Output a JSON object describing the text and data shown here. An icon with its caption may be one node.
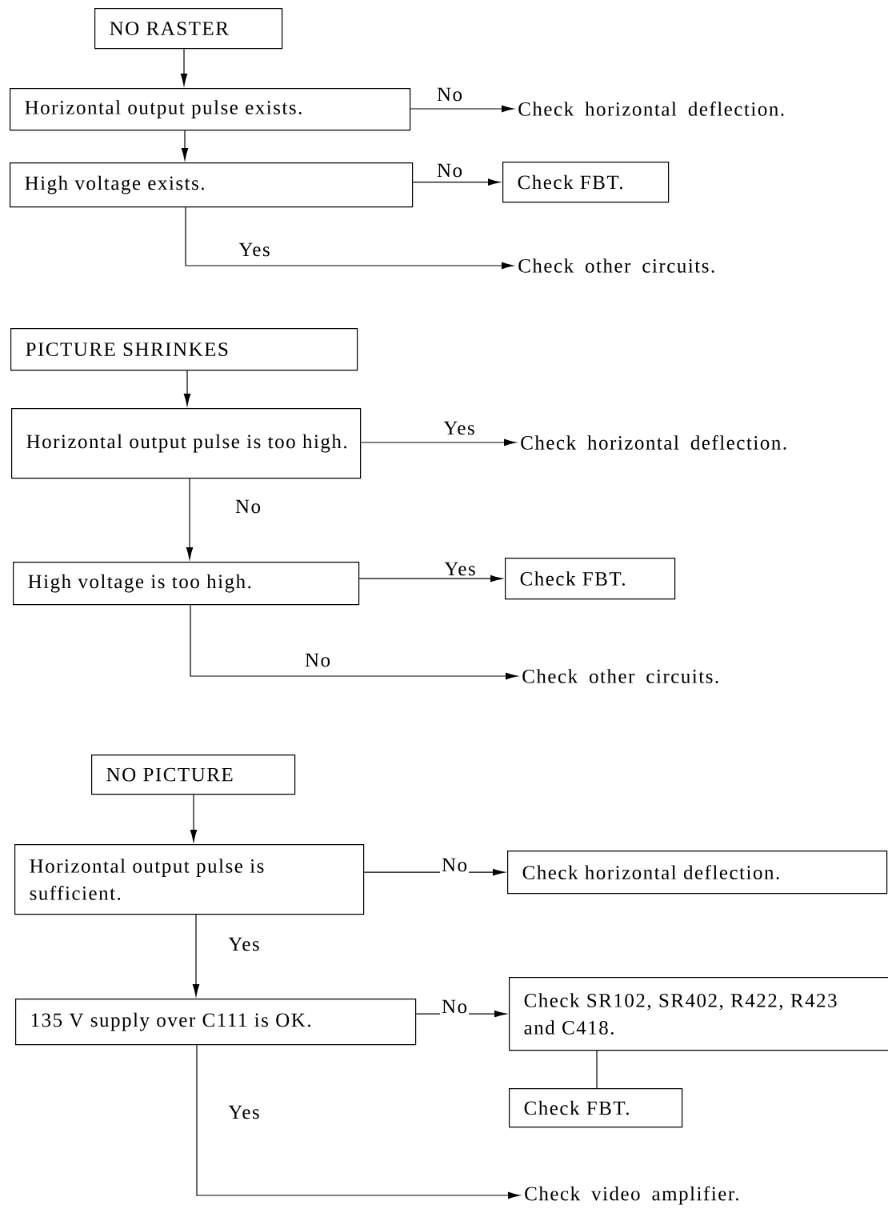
{
  "diagram": {
    "nodes": [
      {
        "text": [
          "NO RASTER"
        ]
      },
      {
        "text": [
          "Horizontal output pulse exists."
        ]
      },
      {
        "text": [
          "Check horizontal deflection."
        ]
      },
      {
        "text": [
          "High voltage exists."
        ]
      },
      {
        "text": [
          "Check FBT."
        ]
      },
      {
        "text": [
          "Check other circuits."
        ]
      },
      {
        "text": [
          "PICTURE SHRINKES"
        ]
      },
      {
        "text": [
          "Horizontal output pulse is too high."
        ]
      },
      {
        "text": [
          "Check horizontal deflection."
        ]
      },
      {
        "text": [
          "High voltage is too high."
        ]
      },
      {
        "text": [
          "Check FBT."
        ]
      },
      {
        "text": [
          "Check other circuits."
        ]
      },
      {
        "text": [
          "NO PICTURE"
        ]
      },
      {
        "text": [
          "Horizontal output pulse is sufficient."
        ]
      },
      {
        "text": [
          "Check horizontal deflection."
        ]
      },
      {
        "text": [
          "135 V supply over C111 is OK."
        ]
      },
      {
        "text": [
          "Check SR102, SR402, R422, R423 and C418."
        ]
      },
      {
        "text": [
          "Check FBT."
        ]
      },
      {
        "text": [
          "Check video amplifier."
        ]
      }
    ],
    "edges": [
      {
        "from": 0,
        "to": 1,
        "arrow": "to"
      },
      {
        "from": 1,
        "to": 2,
        "arrow": "to",
        "label": "No"
      },
      {
        "from": 1,
        "to": 3,
        "arrow": "to"
      },
      {
        "from": 3,
        "to": 4,
        "arrow": "to",
        "label": "No"
      },
      {
        "from": 3,
        "to": 5,
        "arrow": "to",
        "label": "Yes"
      },
      {
        "from": 6,
        "to": 7,
        "arrow": "to"
      },
      {
        "from": 7,
        "to": 8,
        "arrow": "to",
        "label": "Yes"
      },
      {
        "from": 7,
        "to": 9,
        "arrow": "to",
        "label": "No"
      },
      {
        "from": 9,
        "to": 10,
        "arrow": "to",
        "label": "Yes"
      },
      {
        "from": 9,
        "to": 11,
        "arrow": "to",
        "label": "No"
      },
      {
        "from": 12,
        "to": 13,
        "arrow": "to"
      },
      {
        "from": 13,
        "to": 14,
        "arrow": "to",
        "label": "No"
      },
      {
        "from": 13,
        "to": 15,
        "arrow": "to",
        "label": "Yes"
      },
      {
        "from": 15,
        "to": 16,
        "arrow": "to",
        "label": "No"
      },
      {
        "from": 16,
        "to": 17,
        "arrow": "none"
      },
      {
        "from": 15,
        "to": 18,
        "arrow": "to",
        "label": "Yes"
      }
    ]
  }
}
